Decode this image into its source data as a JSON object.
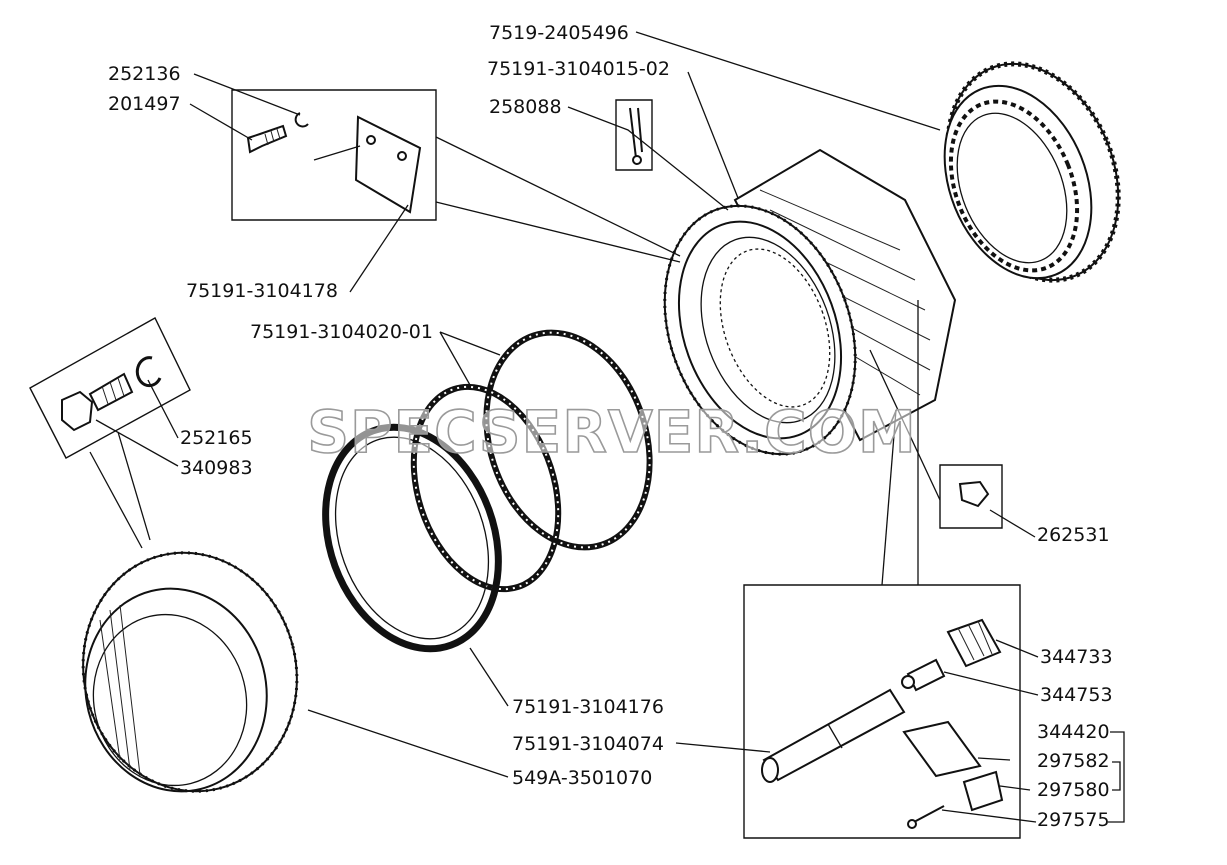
{
  "diagram": {
    "watermark": "SPECSERVER.COM",
    "colors": {
      "ink": "#111111",
      "paper": "#ffffff",
      "watermark": "#9a9a9a"
    },
    "labels": [
      {
        "id": "l-7519-2405496",
        "text": "7519-2405496"
      },
      {
        "id": "l-75191-3104015-02",
        "text": "75191-3104015-02"
      },
      {
        "id": "l-258088",
        "text": "258088"
      },
      {
        "id": "l-252136",
        "text": "252136"
      },
      {
        "id": "l-201497",
        "text": "201497"
      },
      {
        "id": "l-75191-3104178",
        "text": "75191-3104178"
      },
      {
        "id": "l-75191-3104020-01",
        "text": "75191-3104020-01"
      },
      {
        "id": "l-252165",
        "text": "252165"
      },
      {
        "id": "l-340983",
        "text": "340983"
      },
      {
        "id": "l-262531",
        "text": "262531"
      },
      {
        "id": "l-344733",
        "text": "344733"
      },
      {
        "id": "l-344753",
        "text": "344753"
      },
      {
        "id": "l-344420",
        "text": "344420"
      },
      {
        "id": "l-297582",
        "text": "297582"
      },
      {
        "id": "l-297580",
        "text": "297580"
      },
      {
        "id": "l-297575",
        "text": "297575"
      },
      {
        "id": "l-75191-3104176",
        "text": "75191-3104176"
      },
      {
        "id": "l-75191-3104074",
        "text": "75191-3104074"
      },
      {
        "id": "l-549A-3501070",
        "text": "549A-3501070"
      }
    ]
  }
}
